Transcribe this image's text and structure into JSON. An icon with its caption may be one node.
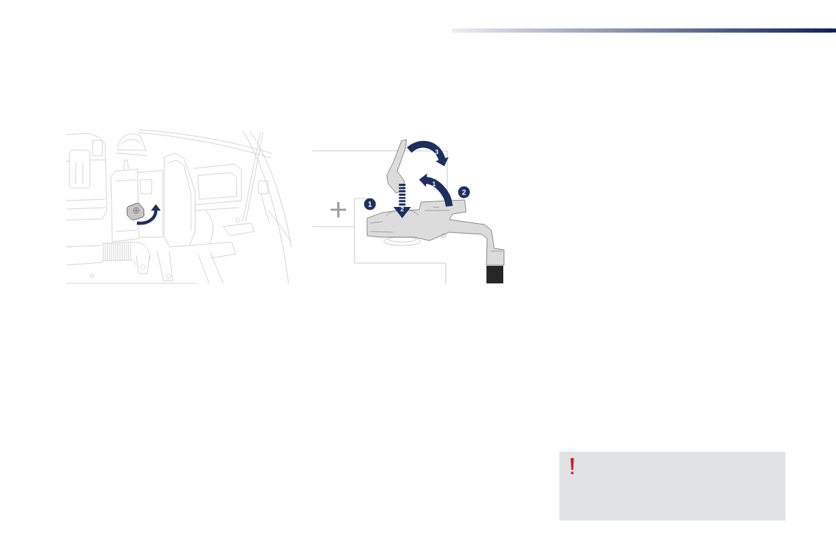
{
  "diagram": {
    "labels": [
      "3",
      "1",
      "2",
      "1",
      "2",
      "+"
    ]
  }
}
